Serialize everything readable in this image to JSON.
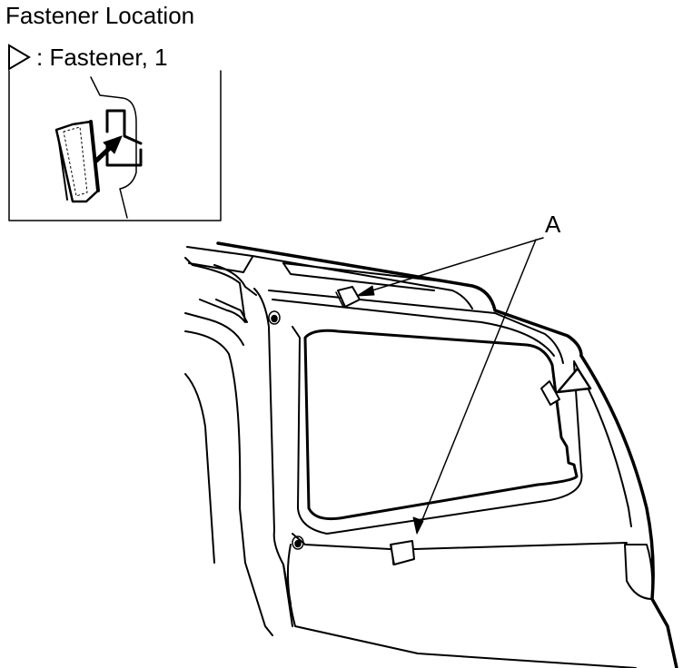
{
  "title": "Fastener Location",
  "legend": {
    "symbol": "triangle-outline",
    "text": ": Fastener, 1"
  },
  "callouts": {
    "a": "A"
  },
  "colors": {
    "line": "#000000",
    "background": "#ffffff",
    "panel_fill": "#e9e9e9"
  }
}
